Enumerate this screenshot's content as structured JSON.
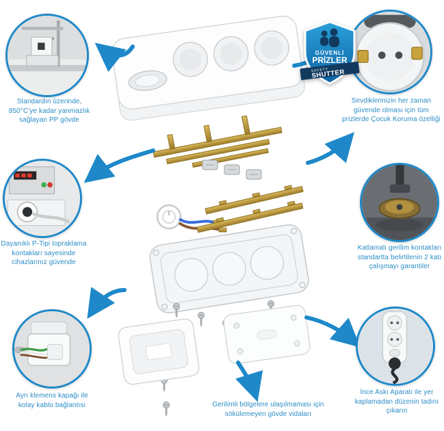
{
  "colors": {
    "accent": "#1e88c9",
    "caption_text": "#2b8cc6",
    "badge_navy": "#123a5f",
    "badge_blue": "#1b86c8",
    "brass": "#bf9a3e",
    "background": "#ffffff"
  },
  "badge": {
    "top_label": "GÜVENLİ",
    "main_label": "PRİZLER",
    "ribbon_small": "SAFETY",
    "ribbon_large": "SHUTTER"
  },
  "callouts": [
    {
      "id": "top-left",
      "photo": "flammability-test-machine",
      "caption": "Standardın üzerinde, 850°C'ye kadar yanmazlık sağlayan PP gövde"
    },
    {
      "id": "top-right",
      "photo": "socket-child-protection-closeup",
      "caption": "Sevdiklerinizin her zaman güvende olması için tüm prizlerde Çocuk Koruma özelliği"
    },
    {
      "id": "mid-left",
      "photo": "grounding-contact-test-station",
      "caption": "Dayanıklı P-Tipi topraklama kontakları sayesinde cihazlarınız güvende"
    },
    {
      "id": "mid-right",
      "photo": "voltage-contact-press-test",
      "caption": "Katlamalı gerilim kontakları standartta belirtilenin 2 katı çalışmayı garantiler"
    },
    {
      "id": "bottom-left",
      "photo": "terminal-cover-wiring",
      "caption": "Ayrı klemens kapağı ile kolay kablo bağlantısı"
    },
    {
      "id": "bottom-right",
      "photo": "slim-hanging-power-strip",
      "caption": "İnce Askı Aparatı ile yer kaplamadan düzenin tadını çıkarın"
    }
  ],
  "bottom_note": "Gerilimli bölgelere ulaşılmaması için sökülemeyen gövde vidaları"
}
